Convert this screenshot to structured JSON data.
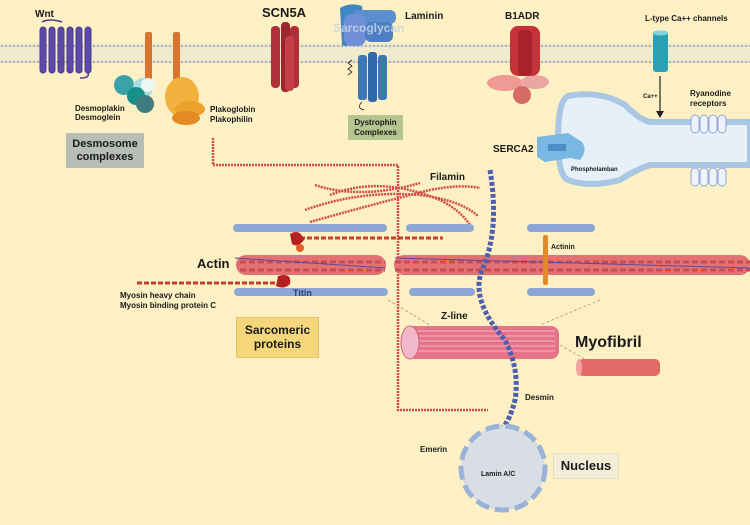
{
  "labels": {
    "wnt": "Wnt",
    "scn5a": "SCN5A",
    "laminin": "Laminin",
    "sarcoglycan": "Sarcoglycan",
    "b1adr": "B1ADR",
    "l_type": "L-type Ca++ channels",
    "ca": "Ca++",
    "ryanodine_1": "Ryanodine",
    "ryanodine_2": "receptors",
    "desmoplakin": "Desmoplakin",
    "desmoglein": "Desmoglein",
    "plakoglobin": "Plakoglobin",
    "plakophilin": "Plakophilin",
    "dystrophin_1": "Dystrophin",
    "dystrophin_2": "Complexes",
    "serca2": "SERCA2",
    "phospholamban": "Phospholamban",
    "filamin": "Filamin",
    "actin": "Actin",
    "actinin": "Actinin",
    "titin": "Titin",
    "myosin_heavy": "Myosin heavy chain",
    "myosin_binding": "Myosin binding protein C",
    "z_line": "Z-line",
    "myofibril": "Myofibril",
    "desmin": "Desmin",
    "emerin": "Emerin",
    "lamin": "Lamin A/C"
  },
  "boxes": {
    "desmosome_1": "Desmosome",
    "desmosome_2": "complexes",
    "sarcomeric_1": "Sarcomeric",
    "sarcomeric_2": "proteins",
    "nucleus": "Nucleus"
  },
  "colors": {
    "background": "#fdf0c4",
    "membrane": "#a9b6c6",
    "desmosome_box": "#b8bdb8",
    "dystrophin_box": "#b6c490",
    "sarcomeric_box": "#f5d77a",
    "nucleus_box": "#f5edd6"
  }
}
